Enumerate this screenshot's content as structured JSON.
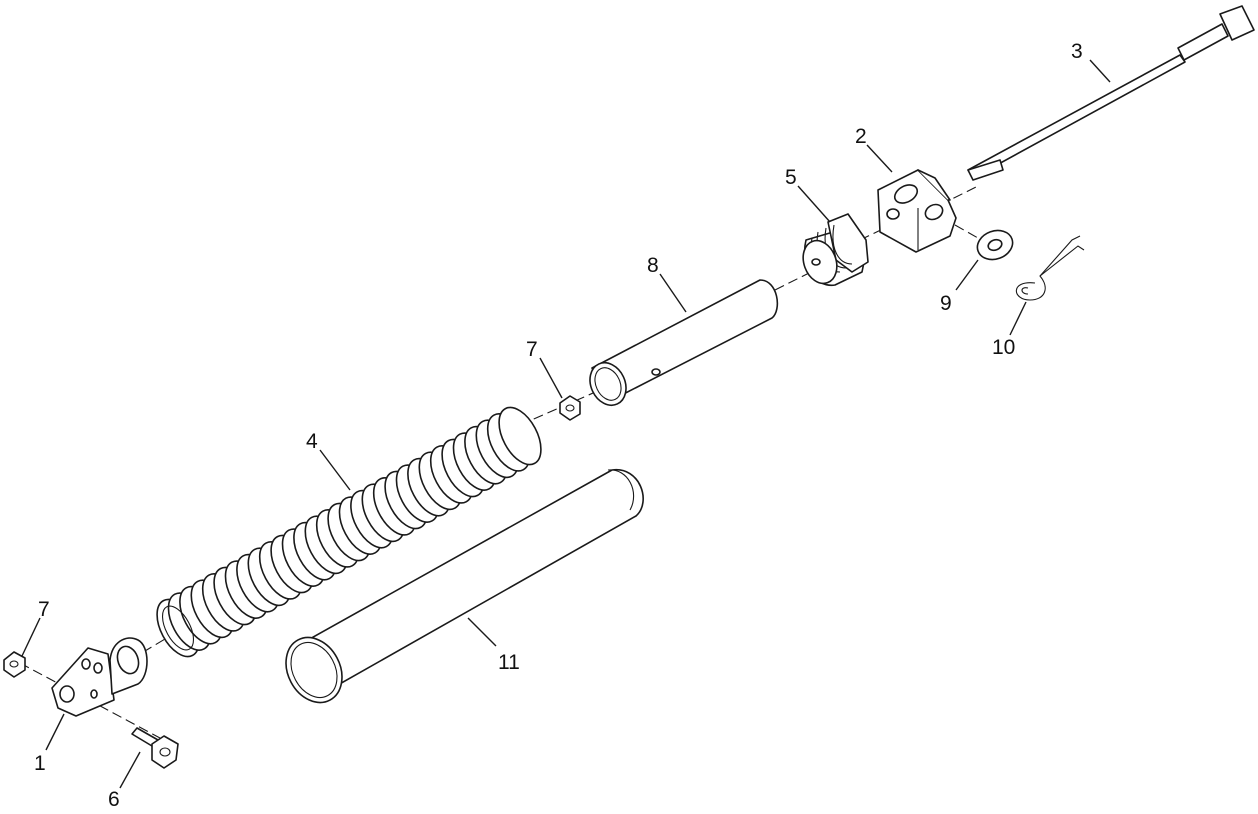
{
  "diagram": {
    "colors": {
      "line": "#1a1a1a",
      "background": "#ffffff",
      "text": "#111111"
    },
    "callouts": {
      "c1": "1",
      "c2": "2",
      "c3": "3",
      "c4": "4",
      "c5": "5",
      "c6": "6",
      "c7a": "7",
      "c7b": "7",
      "c8": "8",
      "c9": "9",
      "c10": "10",
      "c11": "11"
    }
  }
}
